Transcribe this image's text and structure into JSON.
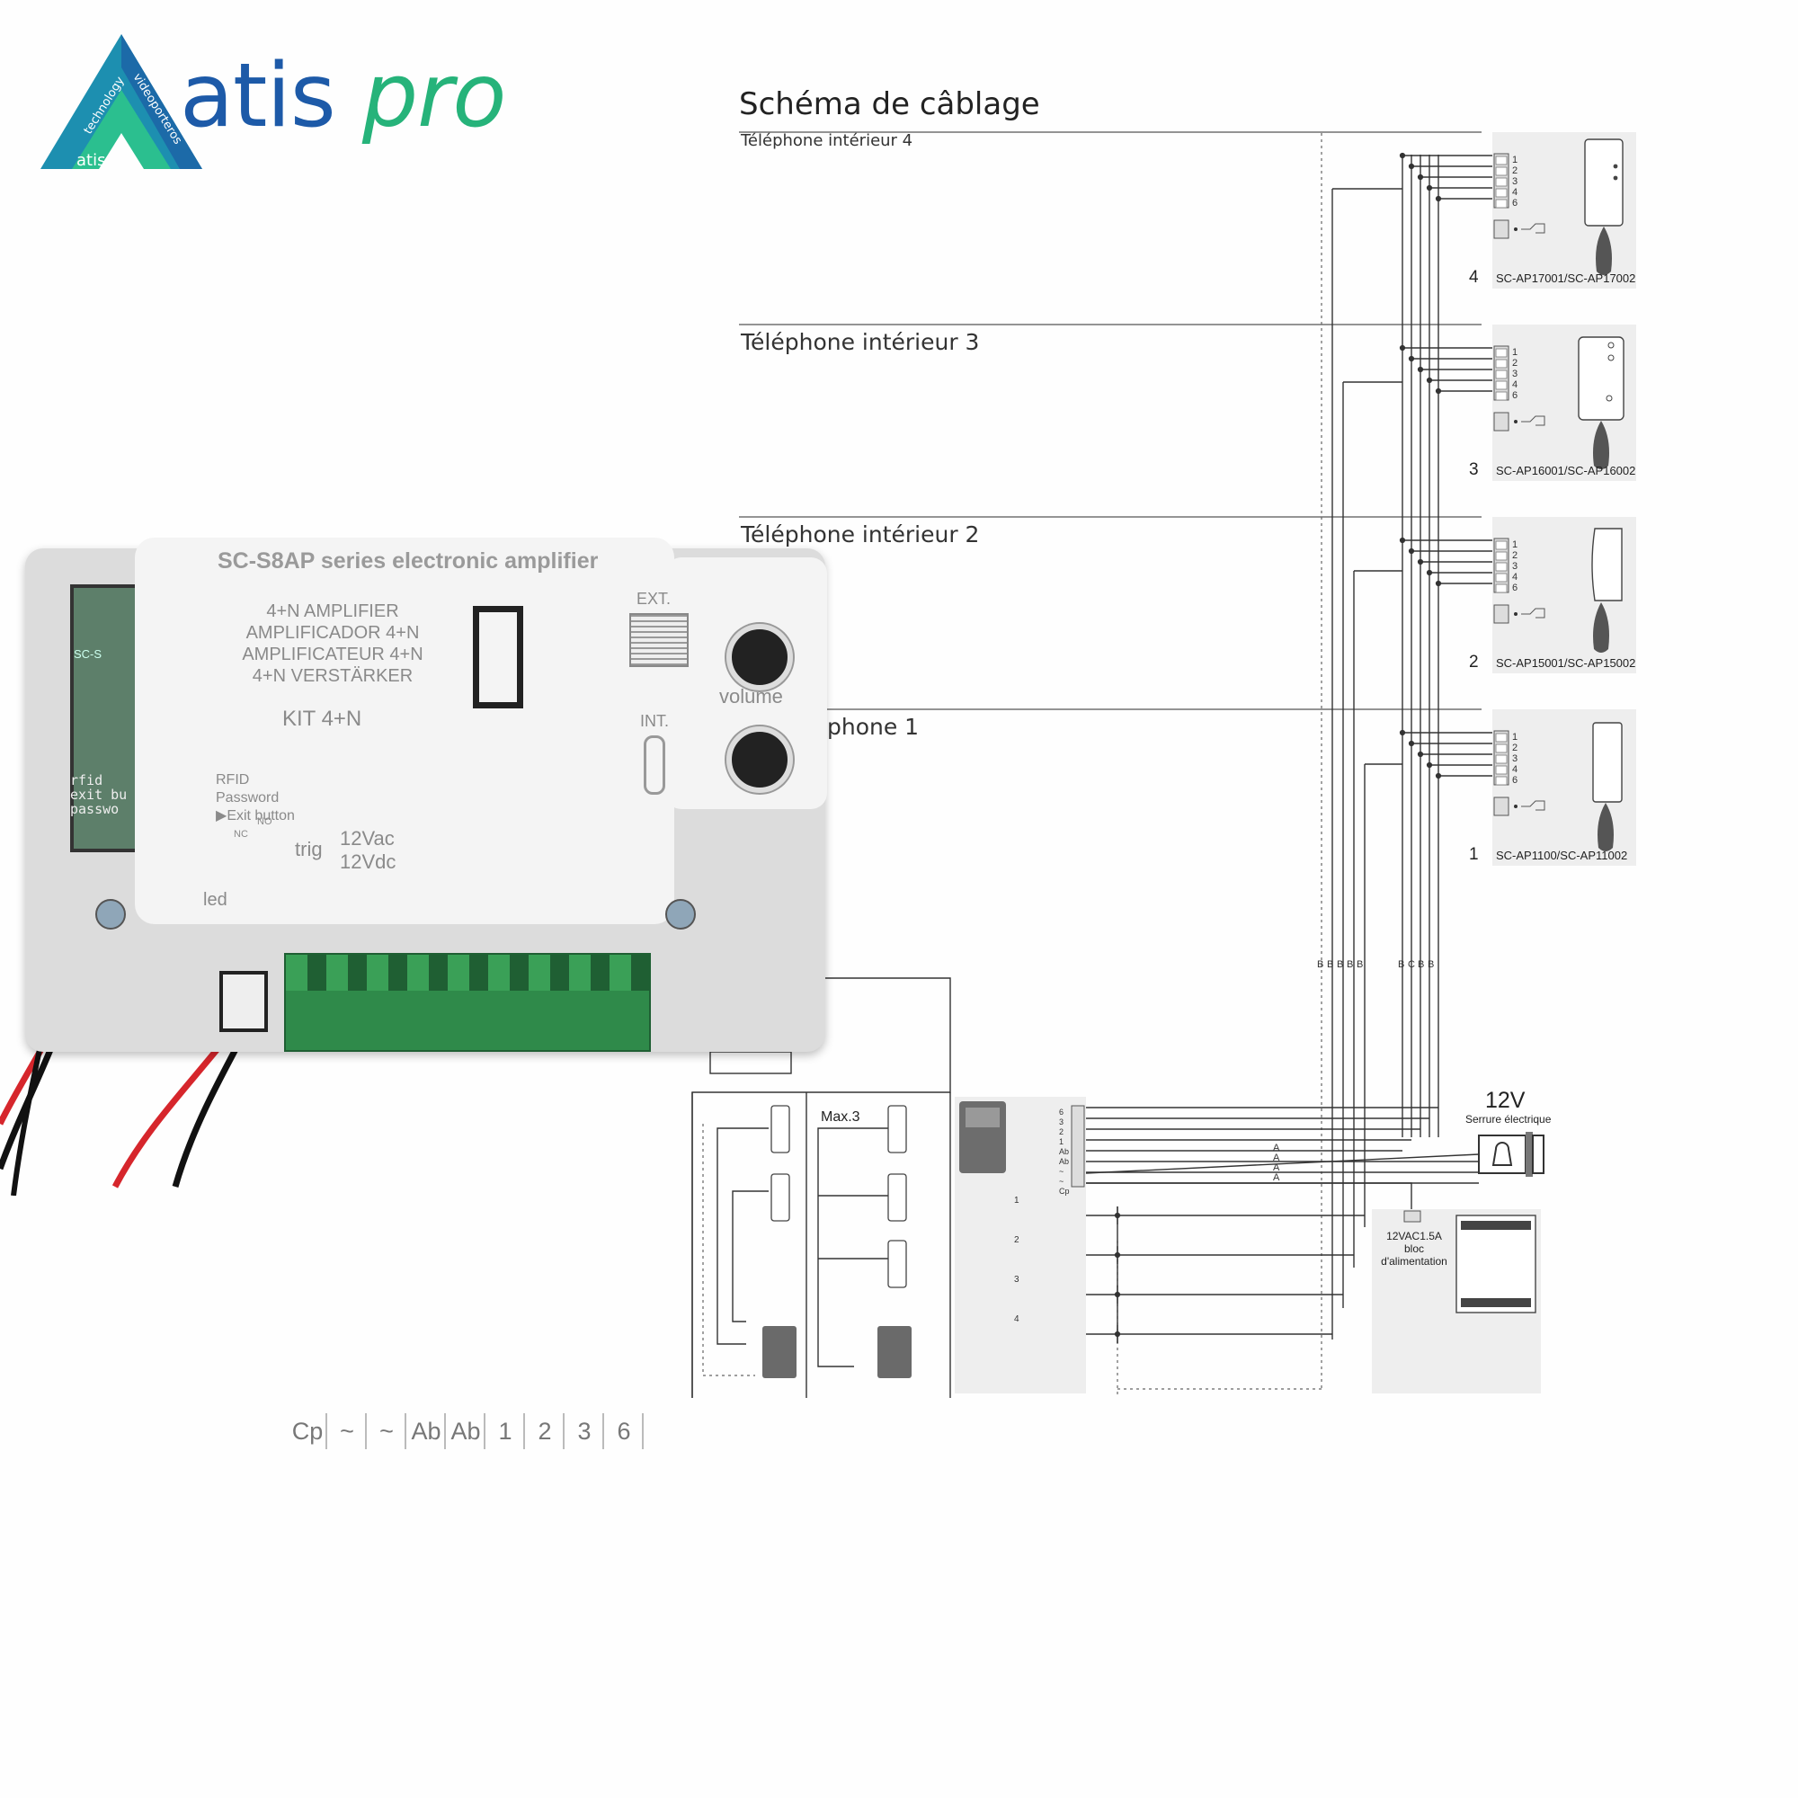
{
  "logo": {
    "brand_main": "atis ",
    "brand_accent": "pro",
    "tagline_1": "videoporteros",
    "tagline_2": "technology",
    "tagline_3": "atis"
  },
  "diagram": {
    "title": "Schéma de câblage",
    "subtitle": "Téléphone intérieur 4",
    "sections": [
      "Téléphone intérieur 3",
      "Téléphone intérieur 2",
      "phone 1"
    ],
    "phones": [
      {
        "number": "4",
        "model": "SC-AP17001/SC-AP17002"
      },
      {
        "number": "3",
        "model": "SC-AP16001/SC-AP16002"
      },
      {
        "number": "2",
        "model": "SC-AP15001/SC-AP15002"
      },
      {
        "number": "1",
        "model": "SC-AP1100/SC-AP11002"
      }
    ],
    "terminal_numbers": [
      "1",
      "2",
      "3",
      "4",
      "6"
    ],
    "bus_labels_left": [
      "B",
      "B",
      "B",
      "B",
      "B"
    ],
    "bus_labels_right": [
      "B",
      "C",
      "B",
      "B"
    ],
    "a_labels": [
      "A",
      "A",
      "A",
      "A"
    ],
    "panel_button_numbers": [
      "1",
      "2",
      "3",
      "4"
    ],
    "panel_terminals": [
      "6",
      "3",
      "2",
      "1",
      "Ab",
      "Ab",
      "~",
      "~",
      "Cp"
    ],
    "max_label": "Max.3",
    "lock_voltage": "12V",
    "lock_label": "Serrure électrique",
    "power_label_1": "12VAC1.5A",
    "power_label_2": "bloc",
    "power_label_3": "d'alimentation"
  },
  "amplifier": {
    "header": "SC-S8AP series electronic amplifier",
    "lines": [
      "4+N AMPLIFIER",
      "AMPLIFICADOR 4+N",
      "AMPLIFICATEUR 4+N",
      "4+N VERSTÄRKER"
    ],
    "kit": "KIT 4+N",
    "ext": "EXT.",
    "int": "INT.",
    "volume": "volume",
    "options": [
      "RFID",
      "Password",
      "Exit button"
    ],
    "nc": "NC",
    "no": "NO",
    "trig": "trig",
    "vac": "12Vac",
    "vdc": "12Vdc",
    "led": "led",
    "terminals": [
      "Cp",
      "~",
      "~",
      "Ab",
      "Ab",
      "1",
      "2",
      "3",
      "6"
    ],
    "side_labels": [
      "rfid",
      "exit bu",
      "passwo"
    ],
    "side_model": "SC-S"
  }
}
